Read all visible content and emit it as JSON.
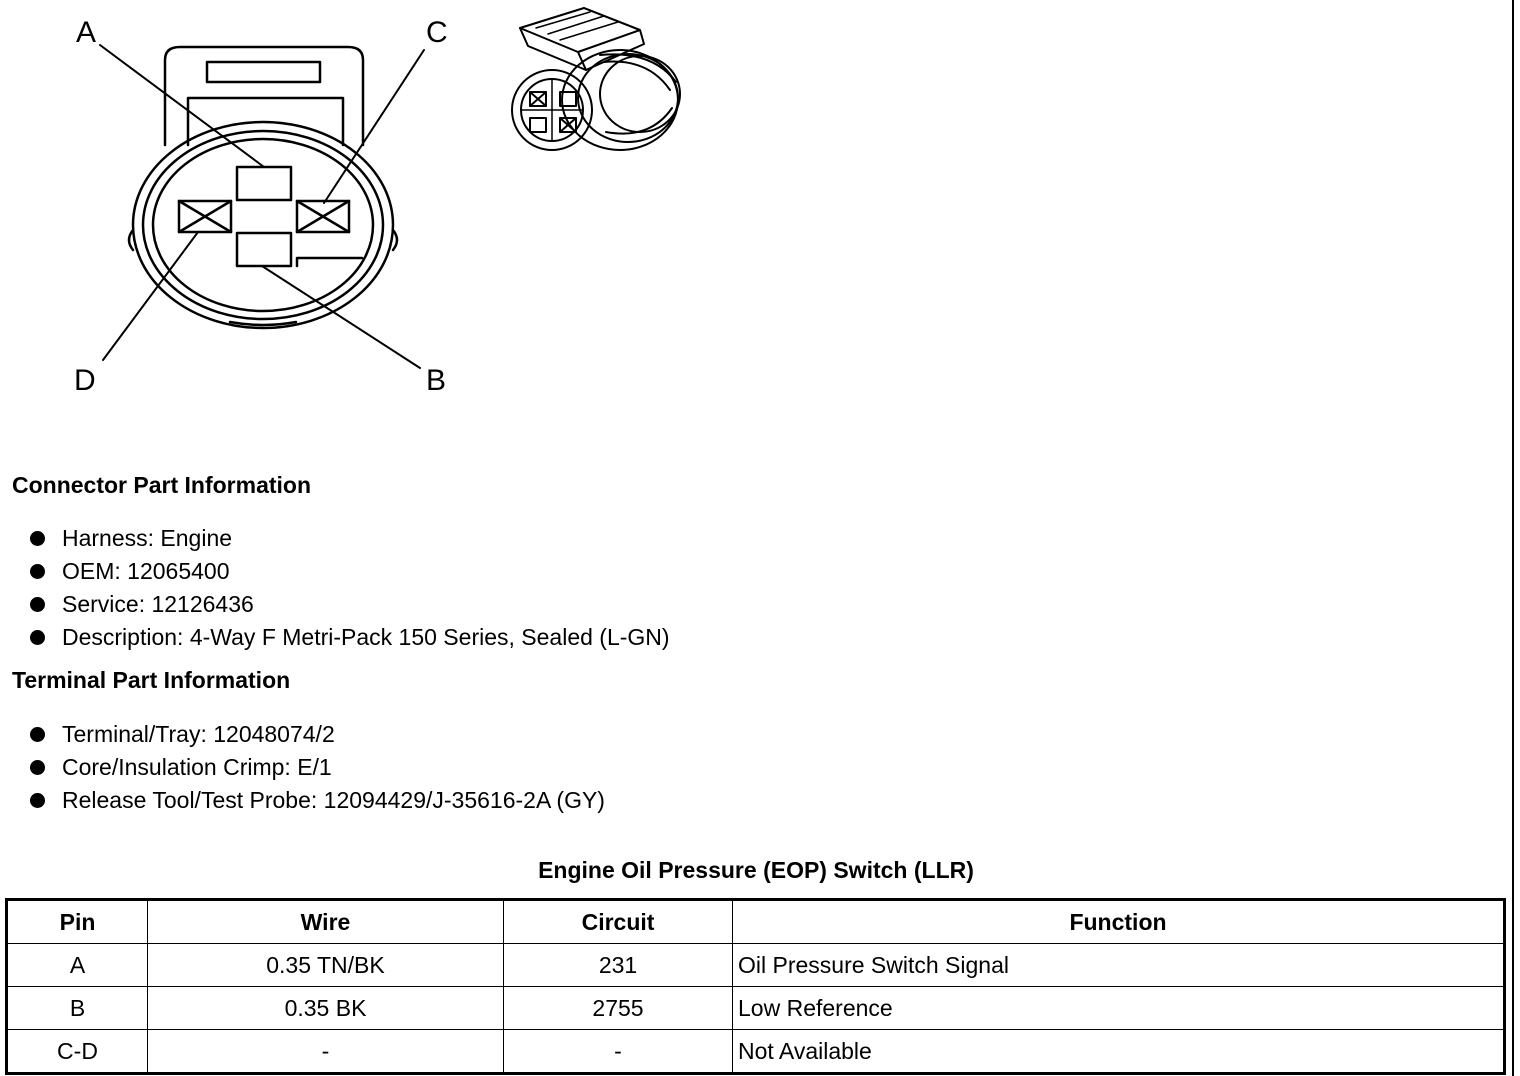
{
  "diagram": {
    "pin_labels": {
      "a": "A",
      "b": "B",
      "c": "C",
      "d": "D"
    }
  },
  "connector_section": {
    "heading": "Connector Part Information",
    "items": [
      "Harness: Engine",
      "OEM: 12065400",
      "Service: 12126436",
      "Description: 4-Way F Metri-Pack 150 Series, Sealed (L-GN)"
    ]
  },
  "terminal_section": {
    "heading": "Terminal Part Information",
    "items": [
      "Terminal/Tray: 12048074/2",
      "Core/Insulation Crimp: E/1",
      "Release Tool/Test Probe: 12094429/J-35616-2A (GY)"
    ]
  },
  "pin_table": {
    "title": "Engine Oil Pressure (EOP) Switch (LLR)",
    "headers": {
      "pin": "Pin",
      "wire": "Wire",
      "circuit": "Circuit",
      "function": "Function"
    },
    "rows": [
      {
        "pin": "A",
        "wire": "0.35 TN/BK",
        "circuit": "231",
        "function": "Oil Pressure Switch Signal"
      },
      {
        "pin": "B",
        "wire": "0.35 BK",
        "circuit": "2755",
        "function": "Low Reference"
      },
      {
        "pin": "C-D",
        "wire": "-",
        "circuit": "-",
        "function": "Not Available"
      }
    ]
  }
}
